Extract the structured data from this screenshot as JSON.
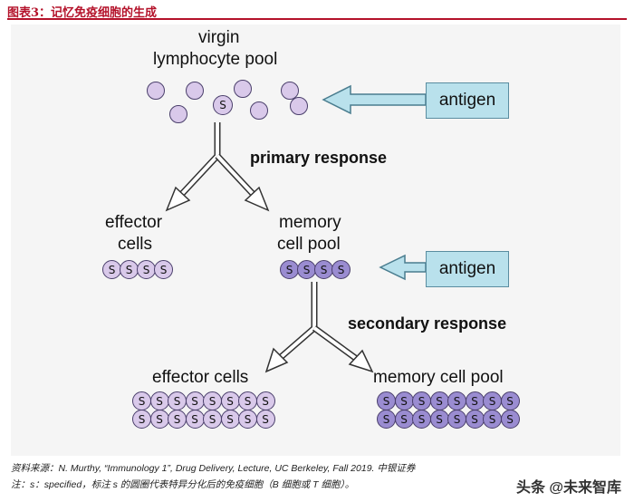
{
  "header": {
    "title": "图表3：记忆免疫细胞的生成"
  },
  "diagram": {
    "virgin_pool": {
      "line1": "virgin",
      "line2": "lymphocyte pool"
    },
    "primary_response": "primary response",
    "secondary_response": "secondary response",
    "antigen_label": "antigen",
    "effector_cells_1": {
      "line1": "effector",
      "line2": "cells"
    },
    "memory_pool_1": {
      "line1": "memory",
      "line2": "cell pool"
    },
    "effector_cells_2": "effector cells",
    "memory_pool_2": "memory cell pool",
    "cell_marker": "S",
    "colors": {
      "light_cell": "#d9c9ea",
      "dark_cell": "#9a8cd1",
      "antigen_box": "#b9e1ec",
      "arrow_fill": "#ffffff",
      "antigen_arrow": "#b9e1ec"
    }
  },
  "footer": {
    "source": "资料来源：N. Murthy, “Immunology 1”, Drug Delivery, Lecture, UC Berkeley, Fall 2019. 中银证券",
    "note": "注：s：specified，标注 s 的圆圈代表特异分化后的免疫细胞（B 细胞或 T 细胞）。",
    "watermark": "头条 @未来智库"
  }
}
